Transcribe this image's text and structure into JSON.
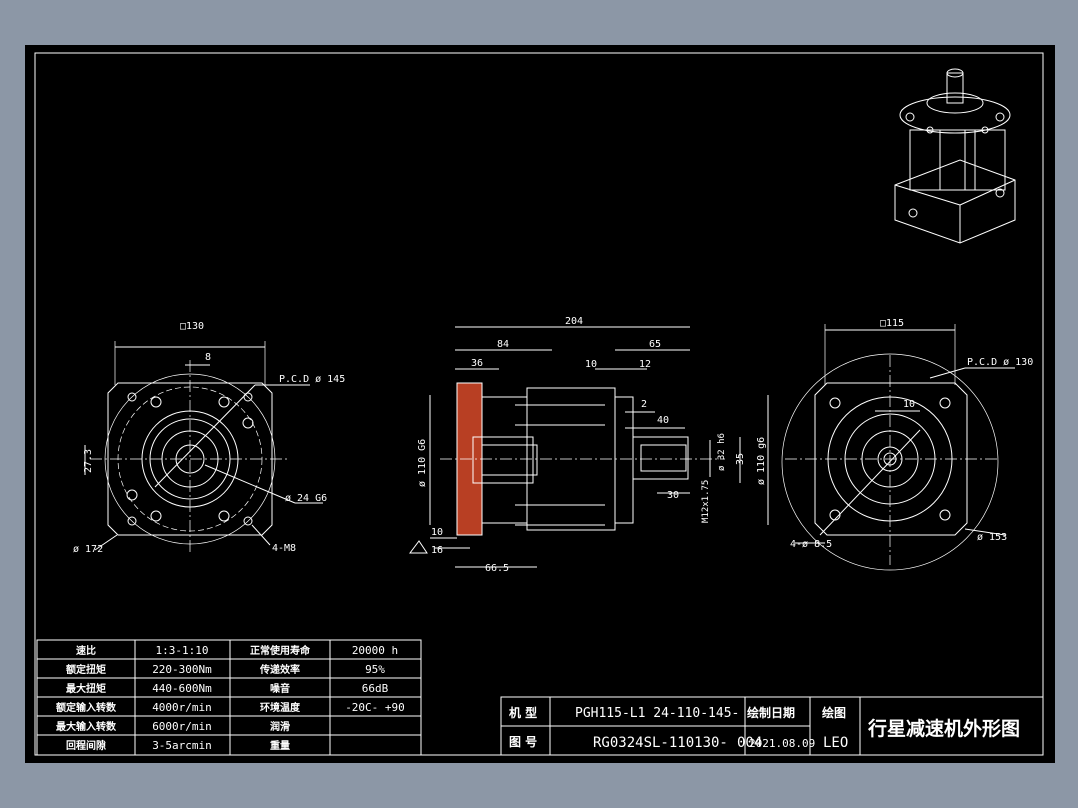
{
  "dims": {
    "front_square": "□130",
    "front_b": "8",
    "front_pcd": "P.C.D  ø 145",
    "front_27_3": "27.3",
    "front_bore": "ø 24 G6",
    "front_outer": "ø 172",
    "front_holes": "4-M8",
    "side_204": "204",
    "side_84": "84",
    "side_65": "65",
    "side_36": "36",
    "side_10a": "10",
    "side_12": "12",
    "side_2": "2",
    "side_40": "40",
    "side_d110g6": "ø 110 G6",
    "side_d32h6": "ø 32 h6",
    "side_35": "35",
    "side_d110g6r": "ø 110 g6",
    "side_30": "30",
    "side_m12": "M12x1.75",
    "side_10b": "10",
    "side_16": "16",
    "side_66_5": "66.5",
    "rear_square": "□115",
    "rear_pcd": "P.C.D  ø 130",
    "rear_10": "10",
    "rear_d153": "ø 153",
    "rear_holes": "4-ø 8.5"
  },
  "spec_table": {
    "rows": [
      [
        "速比",
        "1:3-1:10",
        "正常使用寿命",
        "20000  h"
      ],
      [
        "额定扭矩",
        "220-300Nm",
        "传递效率",
        "95%"
      ],
      [
        "最大扭矩",
        "440-600Nm",
        "噪音",
        "66dB"
      ],
      [
        "额定输入转数",
        "4000r/min",
        "环境温度",
        "-20C- +90"
      ],
      [
        "最大输入转数",
        "6000r/min",
        "润滑",
        ""
      ],
      [
        "回程间隙",
        "3-5arcmin",
        "重量",
        ""
      ]
    ]
  },
  "title_block": {
    "model_label": "机  型",
    "model_value": "PGH115-L1 24-110-145-",
    "drawing_no_label": "图  号",
    "drawing_no_value": "RG0324SL-110130-",
    "date_label": "绘制日期",
    "date_value": "2021.08.09",
    "draw_label": "绘图",
    "drafter": "LEO",
    "title": "行星减速机外形图",
    "overlap_fragment": "004"
  },
  "colors": {
    "background": "#8c97a6",
    "canvas": "#000000",
    "lines": "#ffffff",
    "accent": "#d94a2a"
  }
}
